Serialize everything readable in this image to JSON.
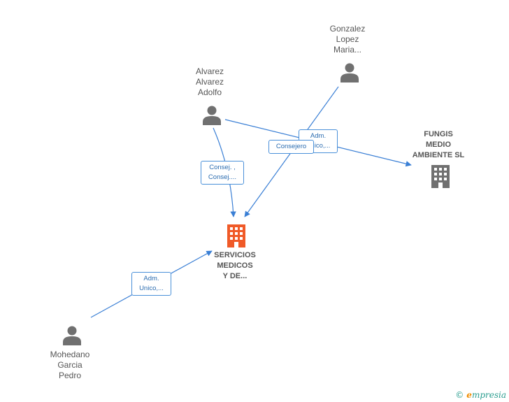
{
  "nodes": {
    "gonzalez": {
      "lines": [
        "Gonzalez",
        "Lopez",
        "Maria..."
      ]
    },
    "alvarez": {
      "lines": [
        "Alvarez",
        "Alvarez",
        "Adolfo"
      ]
    },
    "fungis": {
      "lines": [
        "FUNGIS",
        "MEDIO",
        "AMBIENTE  SL"
      ]
    },
    "servicios": {
      "lines": [
        "SERVICIOS",
        "MEDICOS",
        "Y DE..."
      ]
    },
    "mohedano": {
      "lines": [
        "Mohedano",
        "Garcia",
        "Pedro"
      ]
    }
  },
  "relations": {
    "alvarez_fungis": {
      "lines": [
        "Adm.",
        "Unico,..."
      ]
    },
    "gonzalez_servicios": {
      "lines": [
        "Consejero"
      ]
    },
    "alvarez_servicios": {
      "lines": [
        "Consej. ,",
        "Consej...."
      ]
    },
    "mohedano_servicios": {
      "lines": [
        "Adm.",
        "Unico,..."
      ]
    }
  },
  "footer": {
    "copyright": "©",
    "brand_first": "e",
    "brand_rest": "mpresia"
  },
  "colors": {
    "edge": "#3a7fd5",
    "person": "#707070",
    "company": "#707070",
    "main_company": "#f05a28"
  }
}
